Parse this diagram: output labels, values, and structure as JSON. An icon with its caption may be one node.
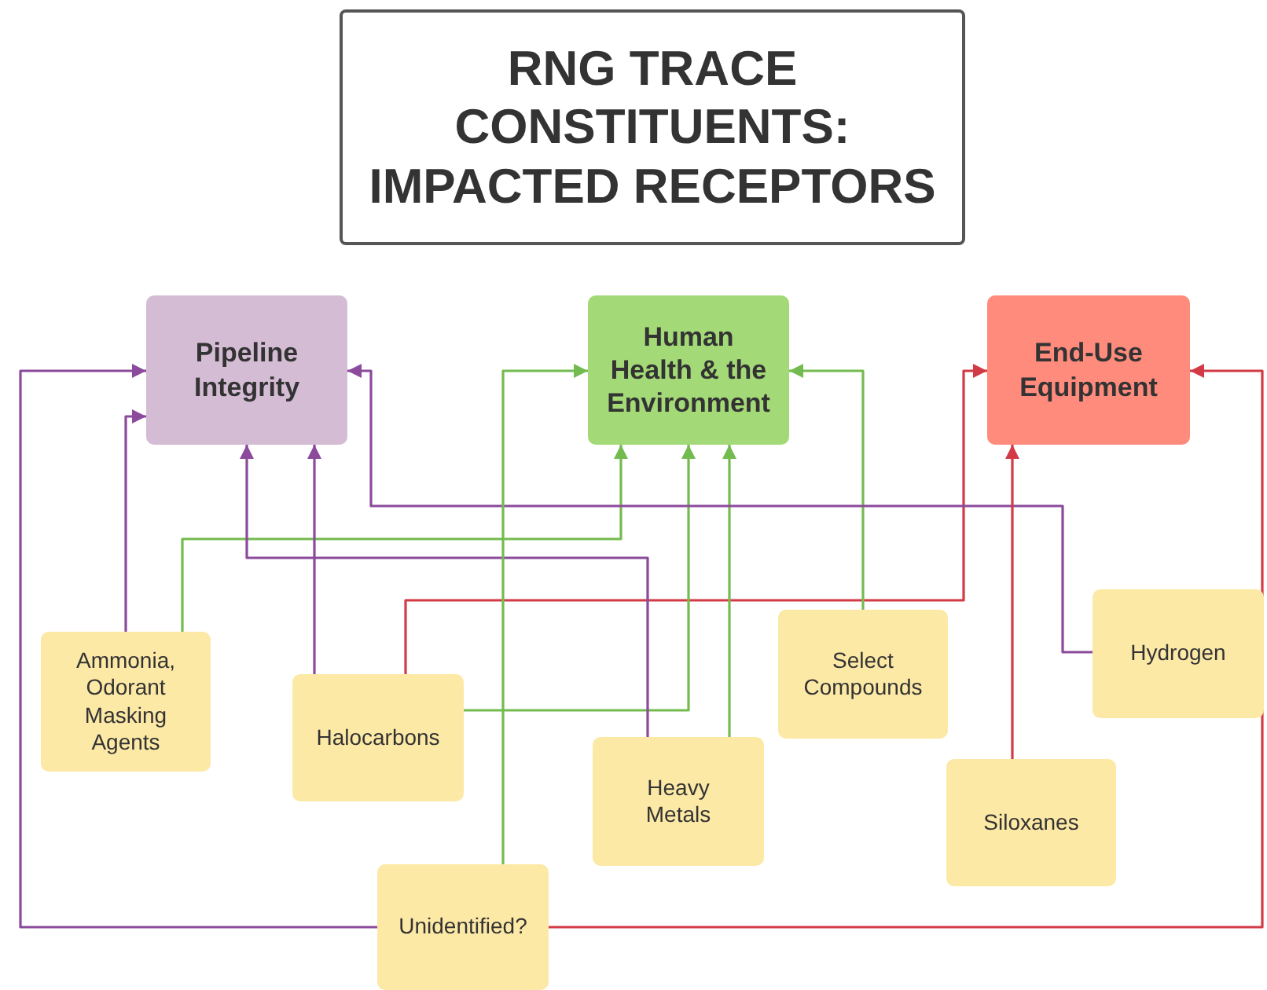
{
  "diagram": {
    "title": "RNG TRACE CONSTITUENTS: IMPACTED RECEPTORS",
    "nodes": [
      {
        "text": [
          "Pipeline Integrity"
        ]
      },
      {
        "text": [
          "Human Health & the Environment"
        ]
      },
      {
        "text": [
          "End-Use Equipment"
        ]
      },
      {
        "text": [
          "Ammonia, Odorant Masking Agents"
        ]
      },
      {
        "text": [
          "Halocarbons"
        ]
      },
      {
        "text": [
          "Select Compounds"
        ]
      },
      {
        "text": [
          "Hydrogen"
        ]
      },
      {
        "text": [
          "Heavy Metals"
        ]
      },
      {
        "text": [
          "Siloxanes"
        ]
      },
      {
        "text": [
          "Unidentified?"
        ]
      }
    ],
    "edges": [
      {
        "from": 3,
        "to": 0,
        "arrow": "to",
        "color": "#8b4a9c"
      },
      {
        "from": 3,
        "to": 1,
        "arrow": "to",
        "color": "#74bb4f"
      },
      {
        "from": 4,
        "to": 0,
        "arrow": "to",
        "color": "#8b4a9c"
      },
      {
        "from": 4,
        "to": 2,
        "arrow": "to",
        "color": "#d23a45"
      },
      {
        "from": 4,
        "to": 1,
        "arrow": "to",
        "color": "#74bb4f"
      },
      {
        "from": 7,
        "to": 0,
        "arrow": "to",
        "color": "#8b4a9c"
      },
      {
        "from": 7,
        "to": 1,
        "arrow": "to",
        "color": "#74bb4f"
      },
      {
        "from": 5,
        "to": 1,
        "arrow": "to",
        "color": "#74bb4f"
      },
      {
        "from": 6,
        "to": 0,
        "arrow": "to",
        "color": "#8b4a9c"
      },
      {
        "from": 8,
        "to": 2,
        "arrow": "to",
        "color": "#d23a45"
      },
      {
        "from": 9,
        "to": 0,
        "arrow": "to",
        "color": "#8b4a9c"
      },
      {
        "from": 9,
        "to": 1,
        "arrow": "to",
        "color": "#74bb4f"
      },
      {
        "from": 9,
        "to": 2,
        "arrow": "to",
        "color": "#d23a45"
      }
    ]
  }
}
